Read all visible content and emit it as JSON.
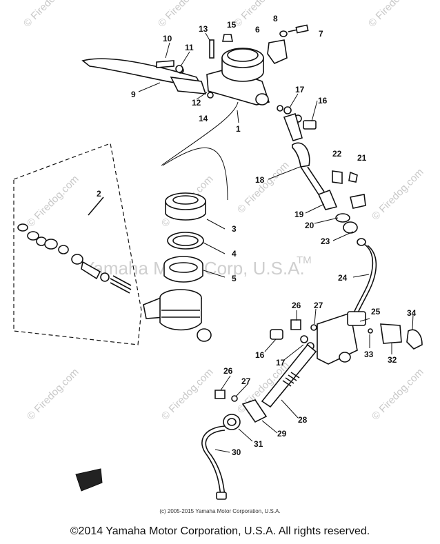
{
  "watermarks": {
    "site": "© Firedog.com",
    "brand": "Yamaha Motor Corp, U.S.A.",
    "tm": "TM"
  },
  "part_numbers": [
    "1",
    "2",
    "3",
    "4",
    "5",
    "6",
    "7",
    "8",
    "9",
    "10",
    "11",
    "12",
    "13",
    "14",
    "15",
    "16",
    "17",
    "18",
    "19",
    "20",
    "21",
    "22",
    "23",
    "24",
    "25",
    "26",
    "27",
    "16",
    "17",
    "26",
    "27",
    "28",
    "29",
    "30",
    "31",
    "32",
    "33",
    "34"
  ],
  "inner_copyright": "(c) 2005-2015 Yamaha Motor Corporation, U.S.A.",
  "footer_copyright": "©2014 Yamaha Motor Corporation, U.S.A. All rights reserved."
}
